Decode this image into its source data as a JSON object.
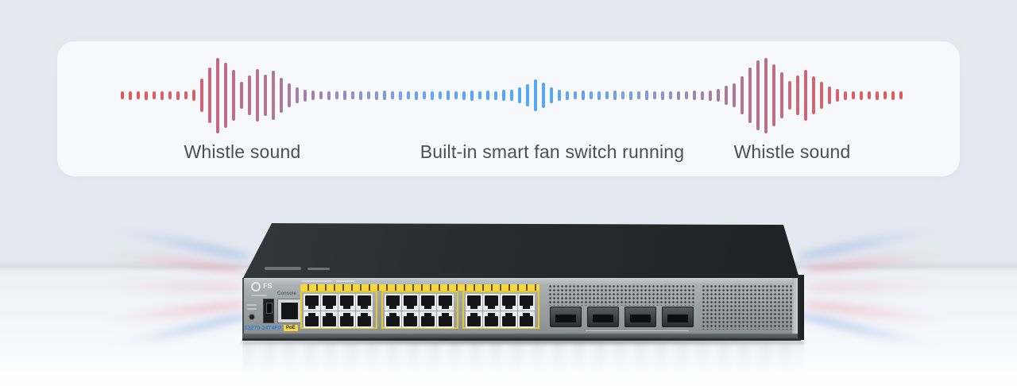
{
  "noise_diagram": {
    "labels": {
      "left": "Whistle sound",
      "center": "Built-in smart fan switch running",
      "right": "Whistle sound"
    },
    "waveform": {
      "heights": [
        10,
        11,
        10,
        11,
        10,
        11,
        10,
        11,
        10,
        14,
        42,
        70,
        95,
        82,
        64,
        34,
        50,
        66,
        52,
        62,
        44,
        30,
        20,
        15,
        12,
        10,
        11,
        10,
        12,
        10,
        11,
        10,
        11,
        12,
        10,
        11,
        10,
        11,
        10,
        11,
        10,
        12,
        10,
        11,
        13,
        10,
        12,
        11,
        14,
        14,
        20,
        28,
        40,
        32,
        20,
        14,
        11,
        10,
        12,
        10,
        11,
        10,
        12,
        10,
        11,
        10,
        12,
        10,
        11,
        10,
        11,
        10,
        12,
        11,
        13,
        16,
        24,
        30,
        48,
        70,
        88,
        95,
        78,
        58,
        36,
        50,
        64,
        48,
        34,
        22,
        16,
        11,
        10,
        11,
        10,
        11,
        10,
        11,
        10
      ],
      "color_stops": [
        [
          0.0,
          "#e2595c"
        ],
        [
          0.08,
          "#d9626c"
        ],
        [
          0.12,
          "#c46a80"
        ],
        [
          0.18,
          "#b5758f"
        ],
        [
          0.24,
          "#a382ad"
        ],
        [
          0.3,
          "#9490c8"
        ],
        [
          0.38,
          "#6aa3ec"
        ],
        [
          0.45,
          "#58a7f2"
        ],
        [
          0.55,
          "#58a7f2"
        ],
        [
          0.63,
          "#6fa2e4"
        ],
        [
          0.7,
          "#9590c6"
        ],
        [
          0.76,
          "#a77f9f"
        ],
        [
          0.82,
          "#bb7189"
        ],
        [
          0.88,
          "#cb6878"
        ],
        [
          0.94,
          "#da6168"
        ],
        [
          1.0,
          "#e2595c"
        ]
      ]
    }
  },
  "switch": {
    "brand": "FS",
    "console_label": "Console",
    "model_label": "S3270-24T4FP",
    "poe_label": "PoE",
    "ports": {
      "rj45_groups": 3,
      "rj45_cols": 4,
      "rj45_rows": 2,
      "sfp_count": 4
    }
  },
  "colors": {
    "accent_yellow": "#f6d73e",
    "wave_red": "#e2595c",
    "wave_blue": "#58a7f2",
    "wave_purple": "#9590c6",
    "wave_rose": "#c46a80",
    "card_bg": "#f8f9fd"
  }
}
